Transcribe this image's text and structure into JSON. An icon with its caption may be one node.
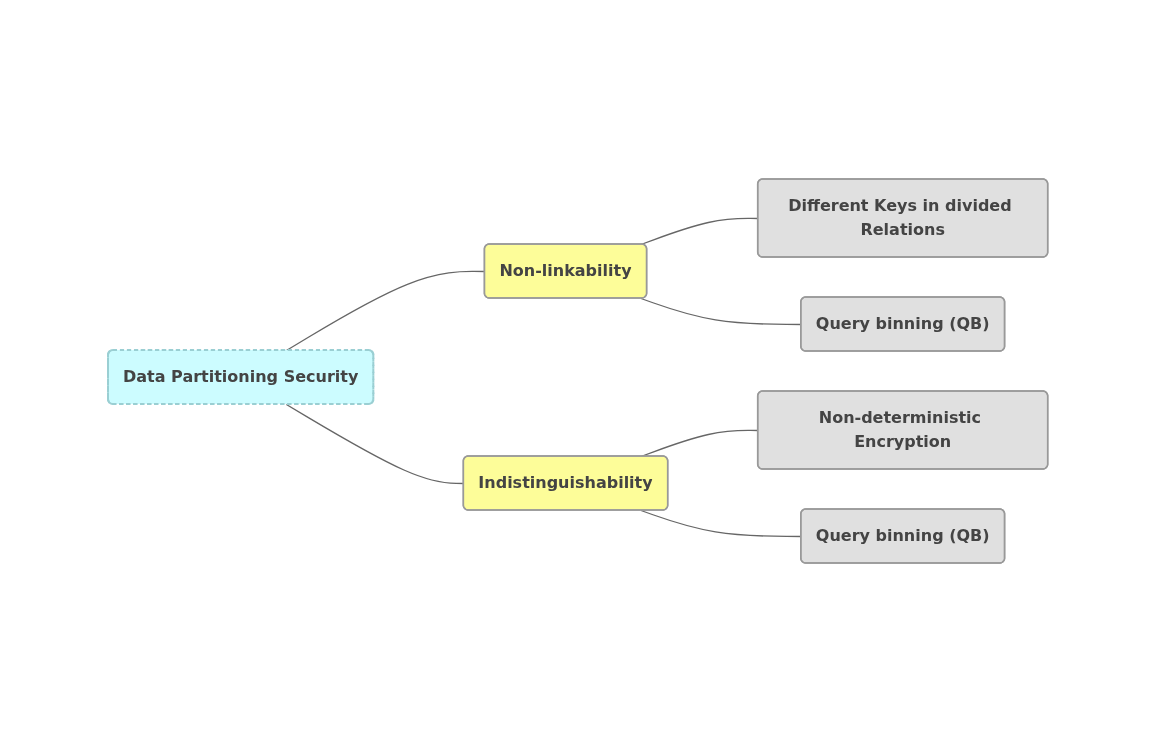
{
  "diagram": {
    "nodes": [
      {
        "text": [
          "Data Partitioning Security"
        ]
      },
      {
        "text": [
          "Non-linkability"
        ]
      },
      {
        "text": [
          "Different Keys in divided Relations"
        ]
      },
      {
        "text": [
          "Query binning (QB)"
        ]
      },
      {
        "text": [
          "Indistinguishability"
        ]
      },
      {
        "text": [
          "Non-deterministic Encryption"
        ]
      },
      {
        "text": [
          "Query binning (QB)"
        ]
      }
    ],
    "edges": [
      {
        "from": 0,
        "to": 1,
        "arrow": "none"
      },
      {
        "from": 1,
        "to": 2,
        "arrow": "none"
      },
      {
        "from": 1,
        "to": 3,
        "arrow": "none"
      },
      {
        "from": 0,
        "to": 4,
        "arrow": "none"
      },
      {
        "from": 4,
        "to": 5,
        "arrow": "none"
      },
      {
        "from": 4,
        "to": 6,
        "arrow": "none"
      }
    ]
  }
}
